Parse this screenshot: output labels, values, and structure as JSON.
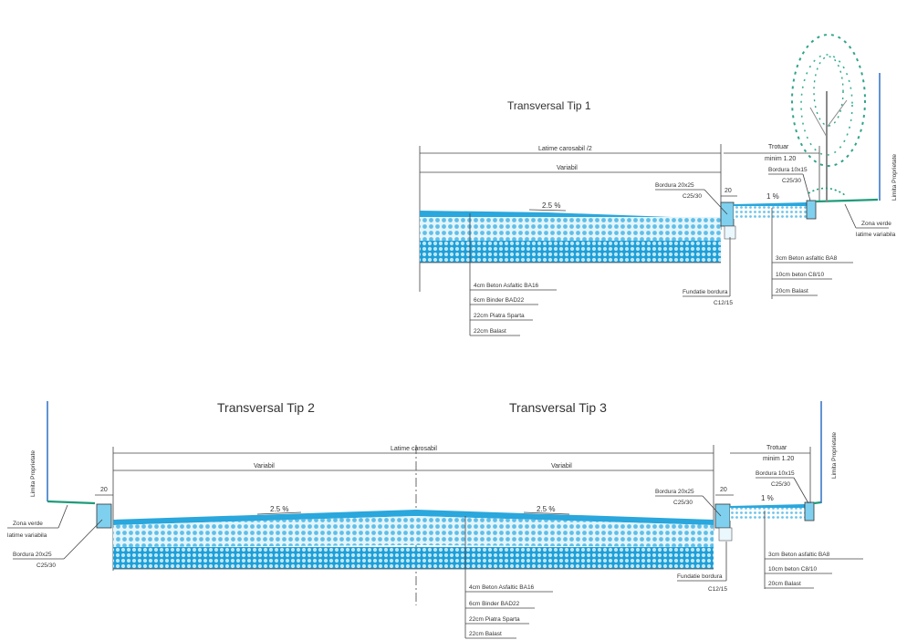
{
  "titles": {
    "tip1": "Transversal Tip 1",
    "tip2": "Transversal Tip 2",
    "tip3": "Transversal Tip 3"
  },
  "tip1": {
    "width_total": "Latime carosabil /2",
    "width_var": "Variabil",
    "sidewalk_top": "Trotuar",
    "sidewalk_bottom": "minim 1.20",
    "curb_label": "Bordura 20x25",
    "curb_class": "C25/30",
    "curb_gap": "20",
    "slope_road": "2.5 %",
    "slope_sidewalk": "1 %",
    "small_curb_label": "Bordura 10x15",
    "small_curb_class": "C25/30",
    "green_label": "Zona verde",
    "green_sub": "latime variabila",
    "property_line": "Limita Proprietate",
    "foundation_label": "Fundatie bordura",
    "foundation_class": "C12/15",
    "layers_road": [
      "4cm Beton Asfaltic BA16",
      "6cm Binder BAD22",
      "22cm Piatra Sparta",
      "22cm Balast"
    ],
    "layers_sidewalk": [
      "3cm Beton asfaltic BA8",
      "10cm beton C8/10",
      "20cm Balast"
    ]
  },
  "tip23": {
    "width_total": "Latime carosabil",
    "width_var_left": "Variabil",
    "width_var_right": "Variabil",
    "gap_left": "20",
    "gap_right": "20",
    "slope_left": "2.5 %",
    "slope_right": "2.5 %",
    "slope_sidewalk": "1 %",
    "curb_right_label": "Bordura 20x25",
    "curb_right_class": "C25/30",
    "curb_left_label": "Bordura 20x25",
    "curb_left_class": "C25/30",
    "green_label": "Zona verde",
    "green_sub": "latime variabila",
    "property_left": "Limita Proprietate",
    "property_right": "Limita Proprietate",
    "sidewalk_top": "Trotuar",
    "sidewalk_bottom": "minim 1.20",
    "small_curb_label": "Bordura 10x15",
    "small_curb_class": "C25/30",
    "foundation_label": "Fundatie bordura",
    "foundation_class": "C12/15",
    "layers_road": [
      "4cm Beton Asfaltic BA16",
      "6cm Binder BAD22",
      "22cm Piatra Sparta",
      "22cm Balast"
    ],
    "layers_sidewalk": [
      "3cm Beton asfaltic BA8",
      "10cm beton C8/10",
      "20cm Balast"
    ]
  },
  "colors": {
    "asphalt": "#2aa7dc",
    "layer_light": "#dff3fb",
    "layer_mid": "#6cc4ea",
    "layer_dark": "#1d9fd8",
    "grass": "#1f9b7a",
    "property": "#3b78c8"
  }
}
